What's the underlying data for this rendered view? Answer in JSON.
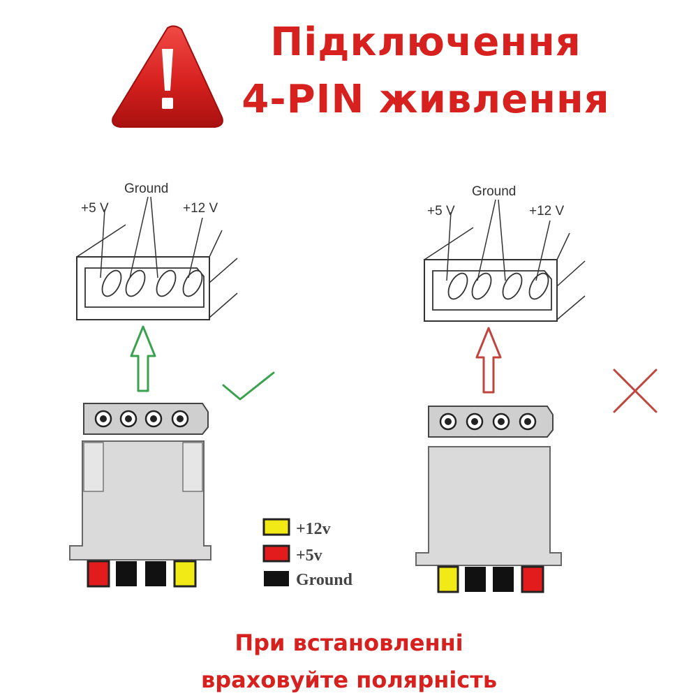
{
  "title": {
    "line1": "Підключення",
    "line2": "4-PIN живлення"
  },
  "connectors": {
    "correct": {
      "labels": {
        "v5": "+5 V",
        "ground": "Ground",
        "v12": "+12 V"
      }
    },
    "incorrect": {
      "labels": {
        "v5": "+5 V",
        "ground": "Ground",
        "v12": "+12 V"
      }
    }
  },
  "legend": {
    "v12": "+12v",
    "v5": "+5v",
    "ground": "Ground"
  },
  "footer": {
    "line1": "При встановленні",
    "line2": "враховуйте полярність"
  },
  "colors": {
    "accent_red": "#d7211f",
    "check_green": "#3aa14f",
    "cross_red": "#c0453f",
    "wire_yellow": "#f2ea17",
    "wire_red": "#e21c1c",
    "wire_black": "#111111",
    "connector_gray": "#d8d8d8"
  }
}
